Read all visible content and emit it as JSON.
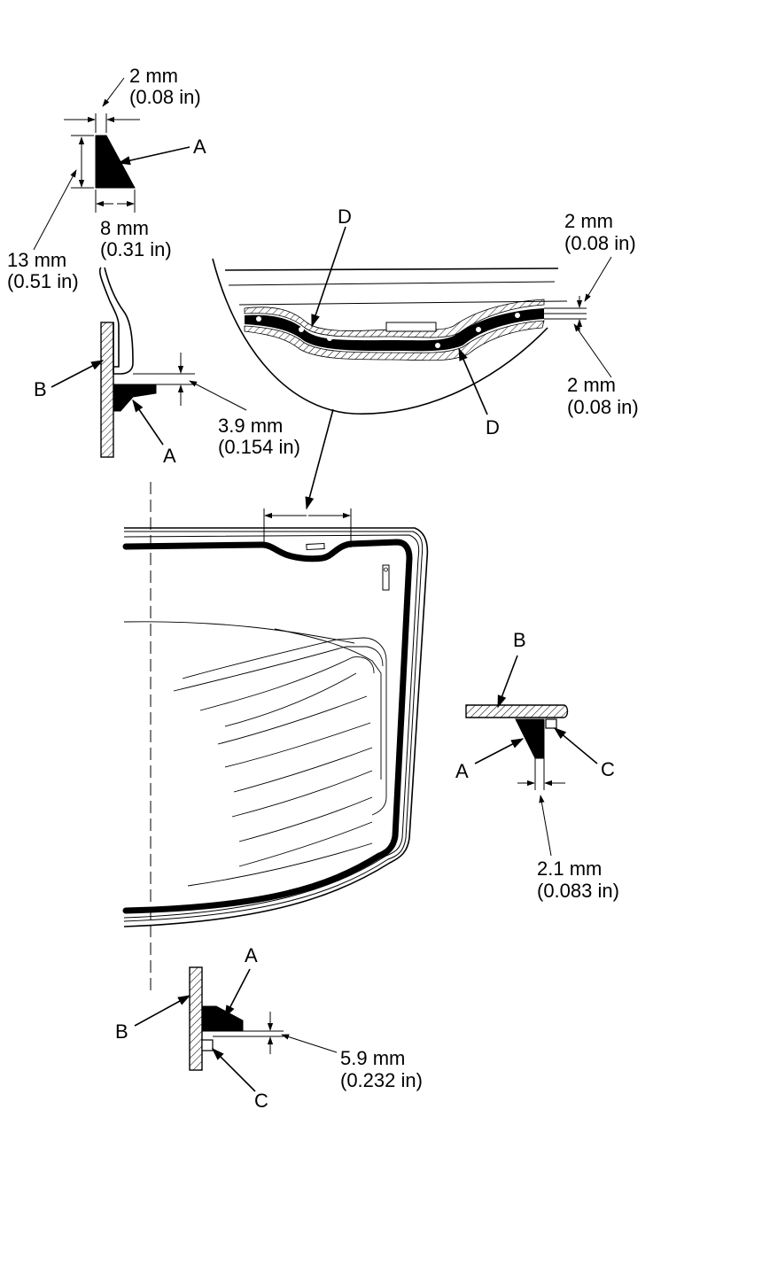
{
  "labels": {
    "a": "A",
    "b": "B",
    "c": "C",
    "d": "D"
  },
  "dimensions": {
    "top_width_mm": "2 mm",
    "top_width_in": "(0.08 in)",
    "bead_base_mm": "8 mm",
    "bead_base_in": "(0.31 in)",
    "bead_height_mm": "13 mm",
    "bead_height_in": "(0.51 in)",
    "upper_gap_mm": "3.9 mm",
    "upper_gap_in": "(0.154 in)",
    "detail_top_mm": "2 mm",
    "detail_top_in": "(0.08 in)",
    "detail_bottom_mm": "2 mm",
    "detail_bottom_in": "(0.08 in)",
    "side_gap_mm": "2.1 mm",
    "side_gap_in": "(0.083 in)",
    "lower_gap_mm": "5.9 mm",
    "lower_gap_in": "(0.232 in)"
  }
}
